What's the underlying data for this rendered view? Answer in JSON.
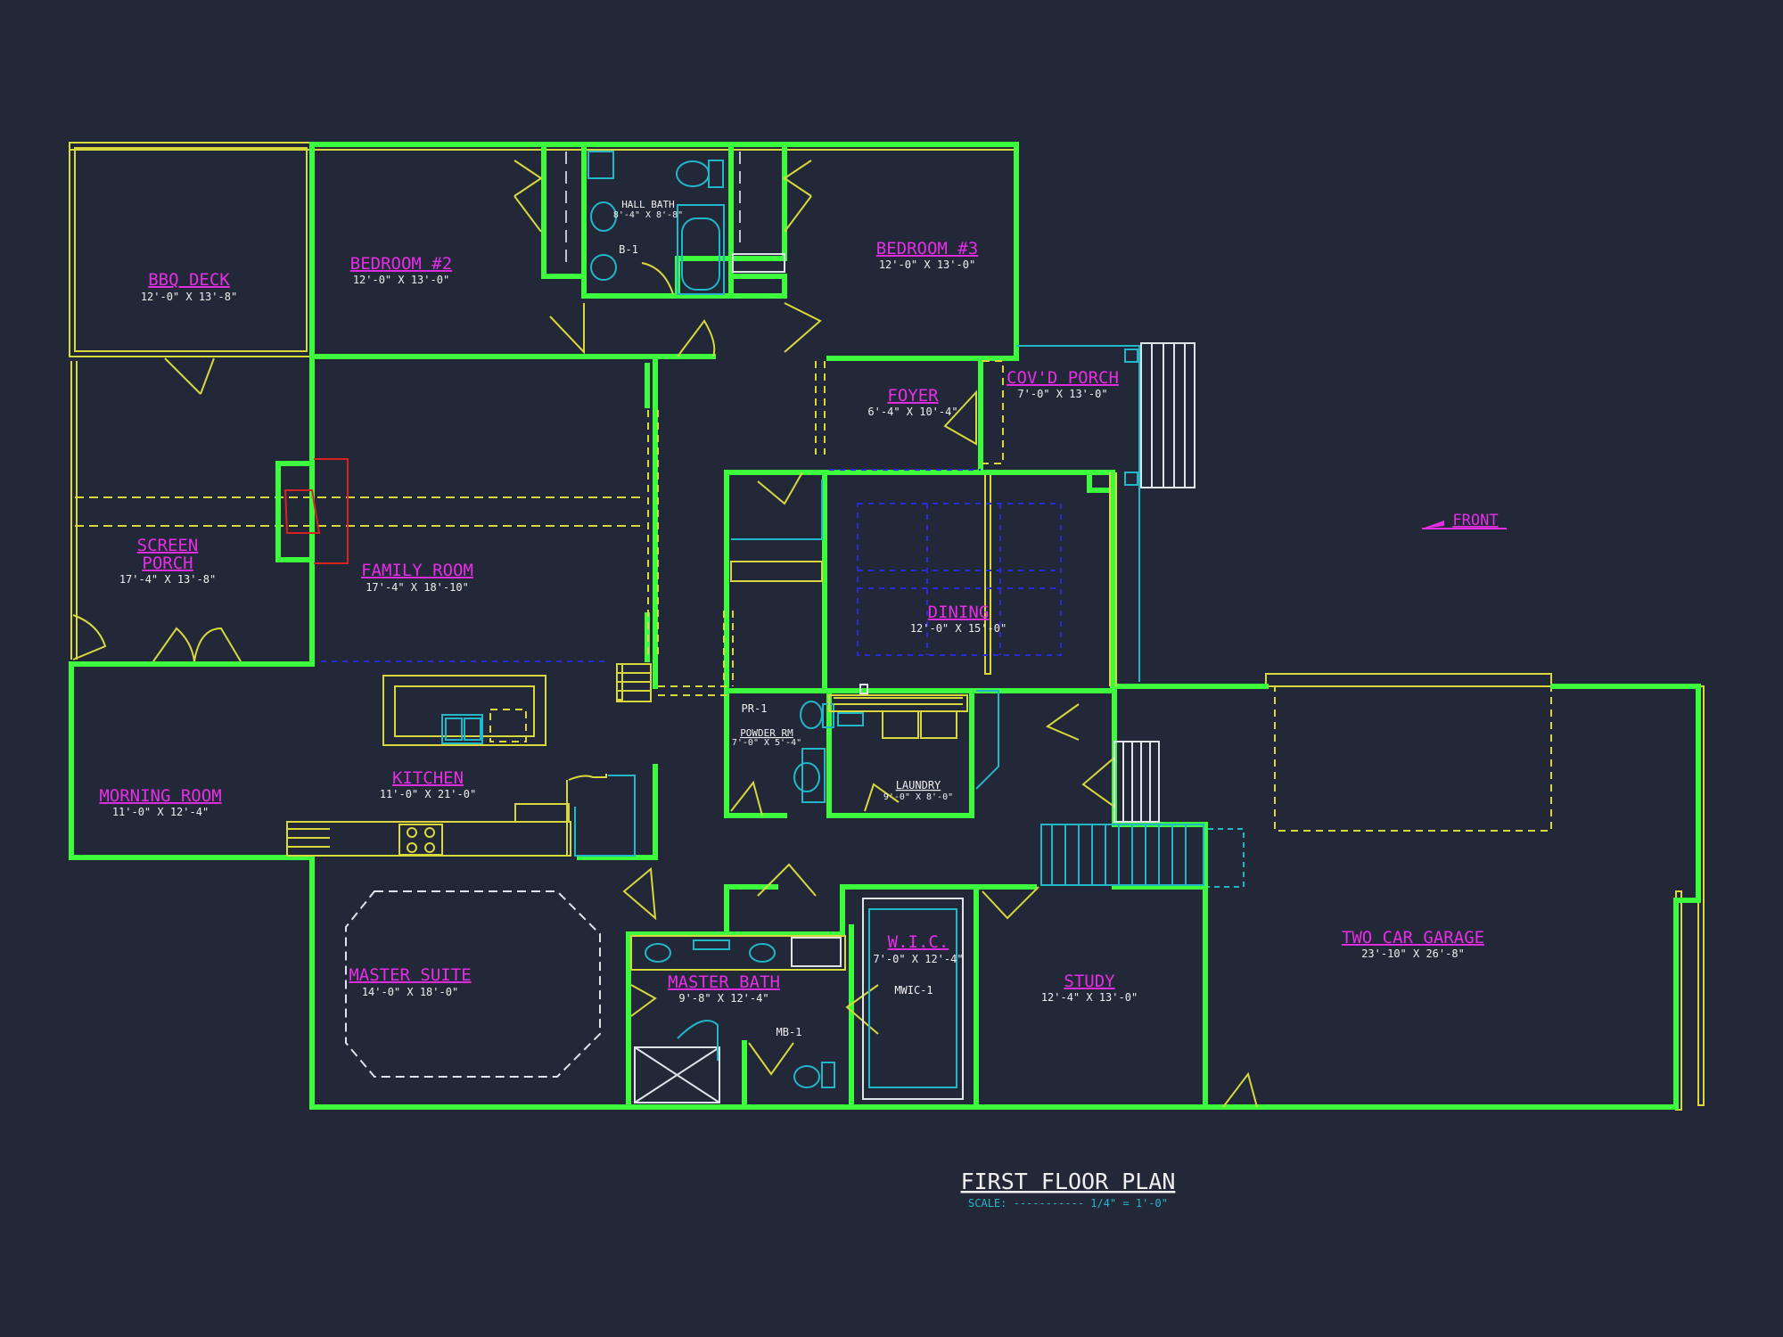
{
  "plan": {
    "title": "FIRST FLOOR PLAN",
    "scale": "SCALE: ----------- 1/4\" = 1'-0\"",
    "front_label": "FRONT"
  },
  "rooms": {
    "bbq_deck": {
      "name": "BBQ DECK",
      "dim": "12'-0\" X 13'-8\""
    },
    "bedroom2": {
      "name": "BEDROOM #2",
      "dim": "12'-0\" X 13'-0\""
    },
    "hall_bath": {
      "name": "HALL BATH",
      "dim": "8'-4\" X 8'-8\"",
      "code": "B-1"
    },
    "bedroom3": {
      "name": "BEDROOM #3",
      "dim": "12'-0\" X 13'-0\""
    },
    "foyer": {
      "name": "FOYER",
      "dim": "6'-4\" X 10'-4\""
    },
    "covd_porch": {
      "name": "COV'D PORCH",
      "dim": "7'-0\" X 13'-0\""
    },
    "screen_porch": {
      "name_line1": "SCREEN",
      "name_line2": "PORCH",
      "dim": "17'-4\" X 13'-8\""
    },
    "family_room": {
      "name": "FAMILY ROOM",
      "dim": "17'-4\" X 18'-10\""
    },
    "dining": {
      "name": "DINING",
      "dim": "12'-0\" X 15'-0\""
    },
    "powder_rm": {
      "code": "PR-1",
      "name": "POWDER RM",
      "dim": "7'-0\" X 5'-4\""
    },
    "laundry": {
      "name": "LAUNDRY",
      "dim": "9'-0\" X 8'-0\""
    },
    "kitchen": {
      "name": "KITCHEN",
      "dim": "11'-0\" X 21'-0\""
    },
    "morning_room": {
      "name": "MORNING ROOM",
      "dim": "11'-0\" X 12'-4\""
    },
    "master_suite": {
      "name": "MASTER SUITE",
      "dim": "14'-0\" X 18'-0\""
    },
    "master_bath": {
      "name": "MASTER BATH",
      "dim": "9'-8\" X 12'-4\"",
      "code": "MB-1"
    },
    "wic": {
      "name": "W.I.C.",
      "dim": "7'-0\" X 12'-4\"",
      "code": "MWIC-1"
    },
    "study": {
      "name": "STUDY",
      "dim": "12'-4\" X 13'-0\""
    },
    "garage": {
      "name": "TWO CAR GARAGE",
      "dim": "23'-10\" X 26'-8\""
    }
  }
}
